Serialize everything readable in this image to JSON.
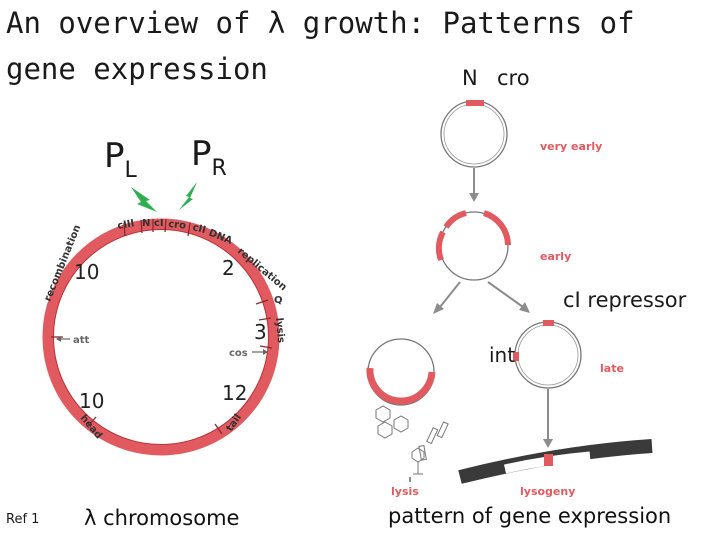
{
  "title": {
    "line1": "An overview of λ growth: Patterns of",
    "line2": "gene expression"
  },
  "top_right_genes": {
    "n": "N",
    "cro": "cro"
  },
  "promoters": {
    "pl_main": "P",
    "pl_sub": "L",
    "pr_main": "P",
    "pr_sub": "R"
  },
  "numbers": {
    "n_10_top": "10",
    "n_2": "2",
    "n_3": "3",
    "n_10_bottom": "10",
    "n_12": "12"
  },
  "map_labels": {
    "recombination": "recombination",
    "att": "att",
    "head": "head",
    "tail": "tail",
    "replication": "replication",
    "lysis": "lysis",
    "q": "Q",
    "cos": "cos",
    "cIII": "cIII",
    "n": "N",
    "cI": "cI",
    "cro": "cro",
    "cII": "cII",
    "dna": "DNA"
  },
  "stages": {
    "very_early": "very early",
    "early": "early",
    "late": "late",
    "lysis": "lysis",
    "lysogeny": "lysogeny"
  },
  "annotations": {
    "ci_repressor": "cI repressor",
    "int": "int"
  },
  "captions": {
    "ref": "Ref 1",
    "chromosome": "λ chromosome",
    "pattern": "pattern of gene expression"
  },
  "colors": {
    "red": "#e05a5f",
    "dark_red": "#b83238",
    "gray_arrow": "#8c8c8c",
    "lightning": "#2fae50",
    "dark_bar": "#3a3a3a"
  }
}
